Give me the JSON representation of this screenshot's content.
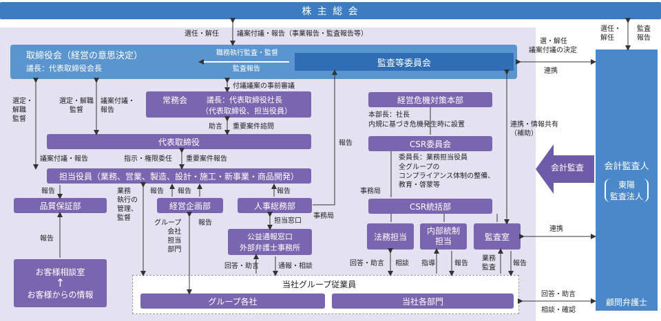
{
  "shareholders": "株 主 総 会",
  "board": {
    "title": "取締役会（経営の意思決定）",
    "chair": "議長：代表取締役会長"
  },
  "audit_committee": "監査等委員会",
  "auditor": {
    "title": "会計監査人",
    "firm": "東陽\n監査法人"
  },
  "audit_arrow": "会計監査",
  "standing": {
    "title": "常務会",
    "chair": "議長：代表取締役社長",
    "members": "（代表取締役、担当役員）"
  },
  "rep_director": "代表取締役",
  "officers": "担当役員（業務、営業、製造、設計・施工・新事業・商品開発）",
  "quality": "品質保証部",
  "planning": "経営企画部",
  "hr": "人事総務部",
  "whistle": {
    "line1": "公益通報窓口",
    "line2": "外部弁護士事務所"
  },
  "customer": {
    "line1": "お客様相談室",
    "arrow": "↑",
    "line2": "お客様からの情報"
  },
  "crisis": {
    "title": "経営危機対策本部",
    "head": "本部長：社長",
    "note": "内規に基づき危機発生時に設置"
  },
  "csr_committee": {
    "title": "CSR委員会",
    "chair": "委員長：業務担当役員",
    "desc1": "全グループの",
    "desc2": "コンプライアンス体制の整備、",
    "desc3": "教育・啓蒙等"
  },
  "csr_promo": "CSR統括部",
  "legal": "法務担当",
  "internal_control": "内部統制\n担当",
  "audit_office": "監査室",
  "employees": {
    "title": "当社グループ従業員",
    "group": "グループ各社",
    "departments": "当社各部門"
  },
  "lawyer": "顧問弁護士",
  "labels": {
    "elect_dismiss": "選任・解任",
    "agenda_report": "議案付議・報告（事業報告・監査報告等）",
    "exec_audit": "職務執行監査・監督",
    "audit_report": "監査報告",
    "elect_right": "選・解任",
    "agenda_decide": "議案付議の決定",
    "collab1": "連携",
    "auditor_elect": "選任・\n解任",
    "auditor_report": "監査\n報告",
    "select_left": "選定・\n解職\n監督",
    "select_mid": "選定・解職\n監督",
    "agenda_mid": "議案付議・\n報告",
    "pre_review": "付議議案の事前審議",
    "advice": "助言",
    "important_inquiry": "重要案件諮問",
    "report_mid": "報告",
    "report_crisis": "報告",
    "collab_info": "連携・情報共有\n（補助）",
    "agenda_report2": "議案付議・報告",
    "instruct": "指示・権限委任",
    "important_report": "重要案件報告",
    "report_q": "報告",
    "biz_mgmt": "業務\n執行の\n管理、\n監督",
    "report_p": "報告",
    "report_hr": "報告",
    "report_hr2": "報告",
    "group_mgr": "グループ\n会社\n担当\n部門",
    "report_p2": "報告",
    "window": "担当窓口",
    "secretariat": "事務局",
    "secretariat2": "事務局",
    "report_cust": "報告",
    "answer_advice": "回答・助言",
    "notice_consult": "通報・相談",
    "answer_advice2": "回答・助言",
    "consult": "相談",
    "guidance": "指導",
    "report_ic": "報告",
    "biz_audit": "業務\n監査",
    "report_ao": "報告",
    "collab2": "連携",
    "answer_lawyer": "回答・助言",
    "consult_confirm": "相談・確認"
  }
}
